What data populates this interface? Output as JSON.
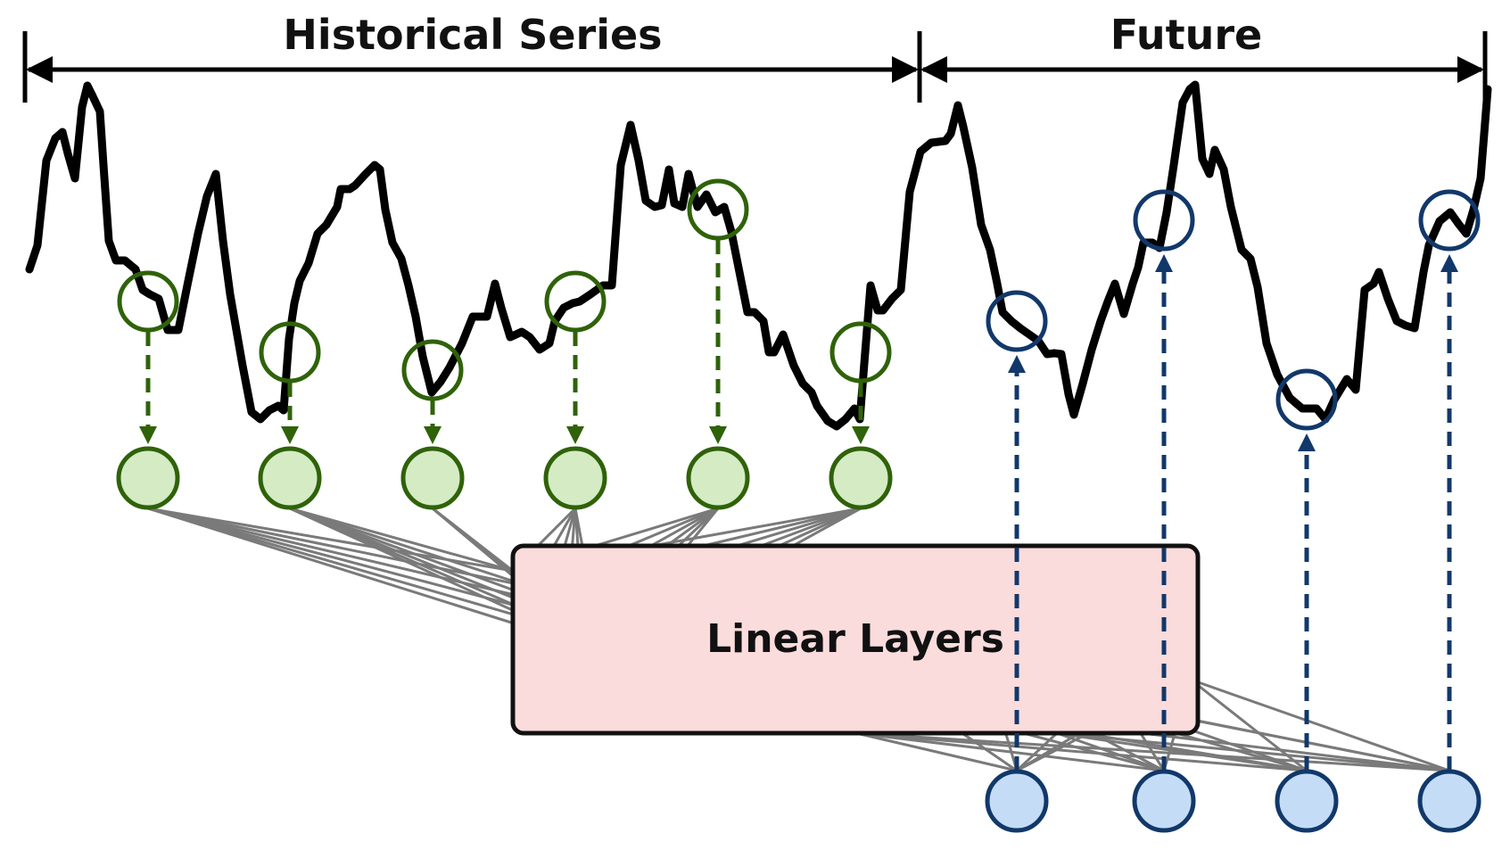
{
  "labels": {
    "historical": "Historical Series",
    "future": "Future",
    "linear_layers": "Linear Layers"
  },
  "colors": {
    "series_line": "#000000",
    "green_stroke": "#2f6209",
    "green_fill": "#d4ebc4",
    "blue_stroke": "#12386a",
    "blue_fill": "#c4dcf6",
    "box_fill": "#fbdcdc",
    "box_stroke": "#111111",
    "connection_line": "#7a7a7a"
  },
  "sampled_points": {
    "historical_count": 6,
    "future_count": 4
  },
  "icons": {
    "arrow_head": "filled-triangle",
    "node": "circle"
  }
}
